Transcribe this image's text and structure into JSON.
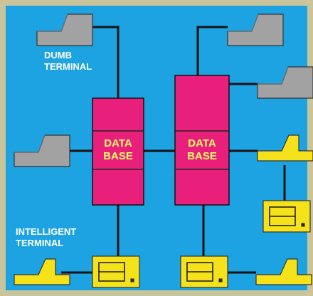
{
  "labels": {
    "dumb_line1": "DUMB",
    "dumb_line2": "TERMINAL",
    "intel_line1": "INTELLIGENT",
    "intel_line2": "TERMINAL",
    "db_left_line1": "DATA",
    "db_left_line2": "BASE",
    "db_right_line1": "DATA",
    "db_right_line2": "BASE"
  },
  "colors": {
    "background": "#1da3e2",
    "frame": "#c9c49a",
    "database": "#e8207c",
    "dumb_terminal": "#a2a2a2",
    "intelligent_terminal": "#f6e21a",
    "line": "#111111",
    "text": "#ffffff",
    "db_text": "#ffff66"
  },
  "icons": {
    "dumb_terminal": "dumb-terminal-icon",
    "intelligent_terminal": "intelligent-terminal-icon"
  }
}
